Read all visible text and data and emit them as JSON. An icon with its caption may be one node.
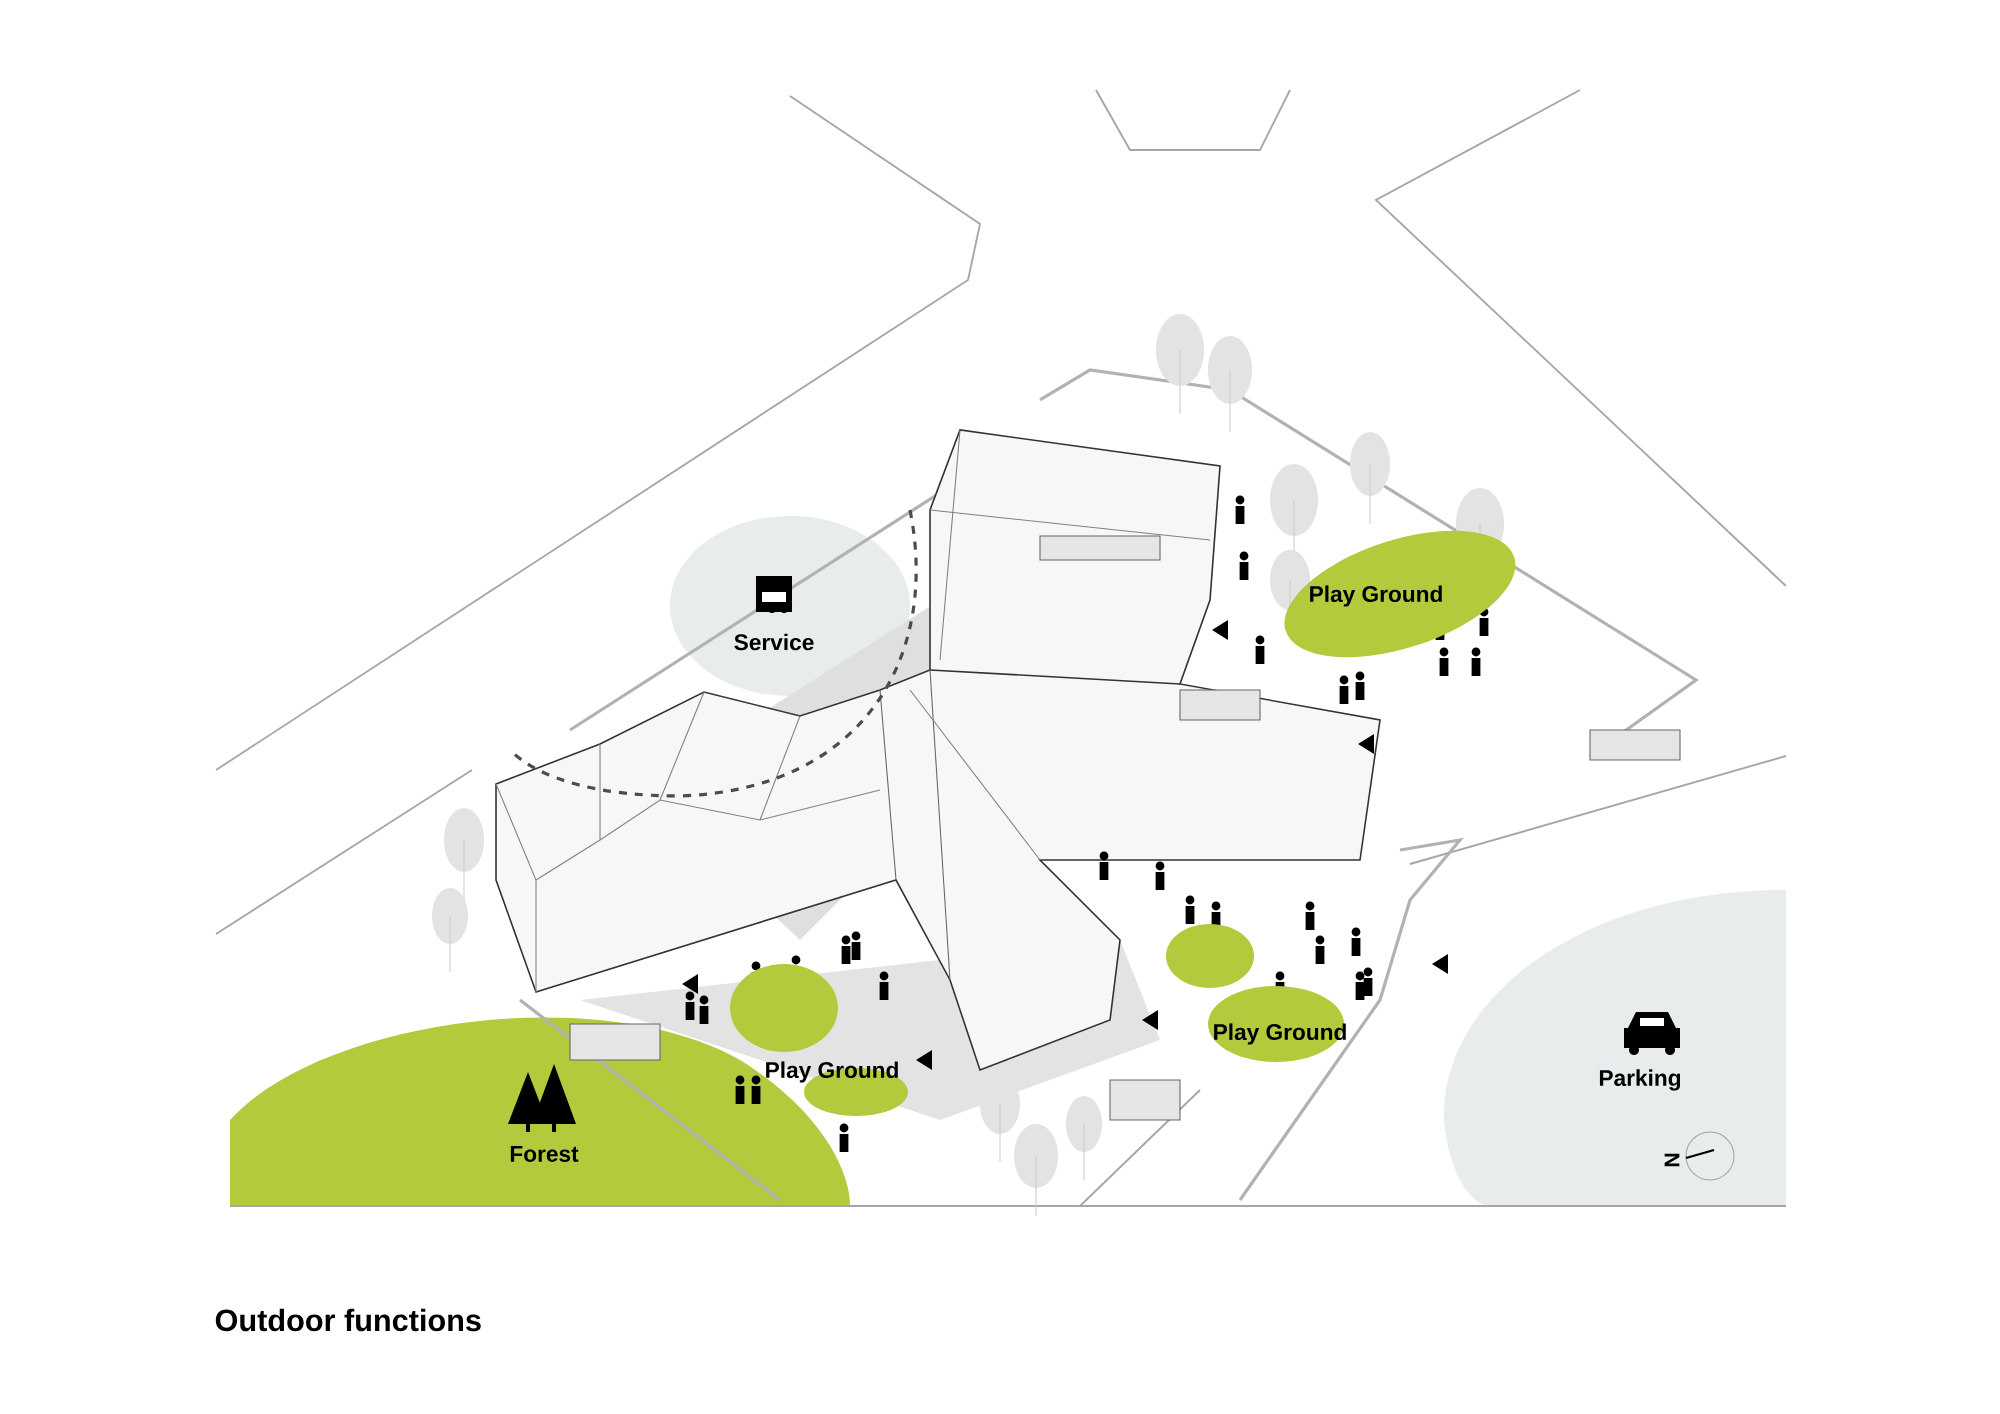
{
  "diagram": {
    "caption": "Outdoor functions",
    "nodes": [
      {
        "text": [
          "Service"
        ]
      },
      {
        "text": [
          "Play Ground"
        ]
      },
      {
        "text": [
          "Play Ground"
        ]
      },
      {
        "text": [
          "Play Ground"
        ]
      },
      {
        "text": [
          "Forest"
        ]
      },
      {
        "text": [
          "Parking"
        ]
      }
    ],
    "labels": [
      "N"
    ]
  }
}
